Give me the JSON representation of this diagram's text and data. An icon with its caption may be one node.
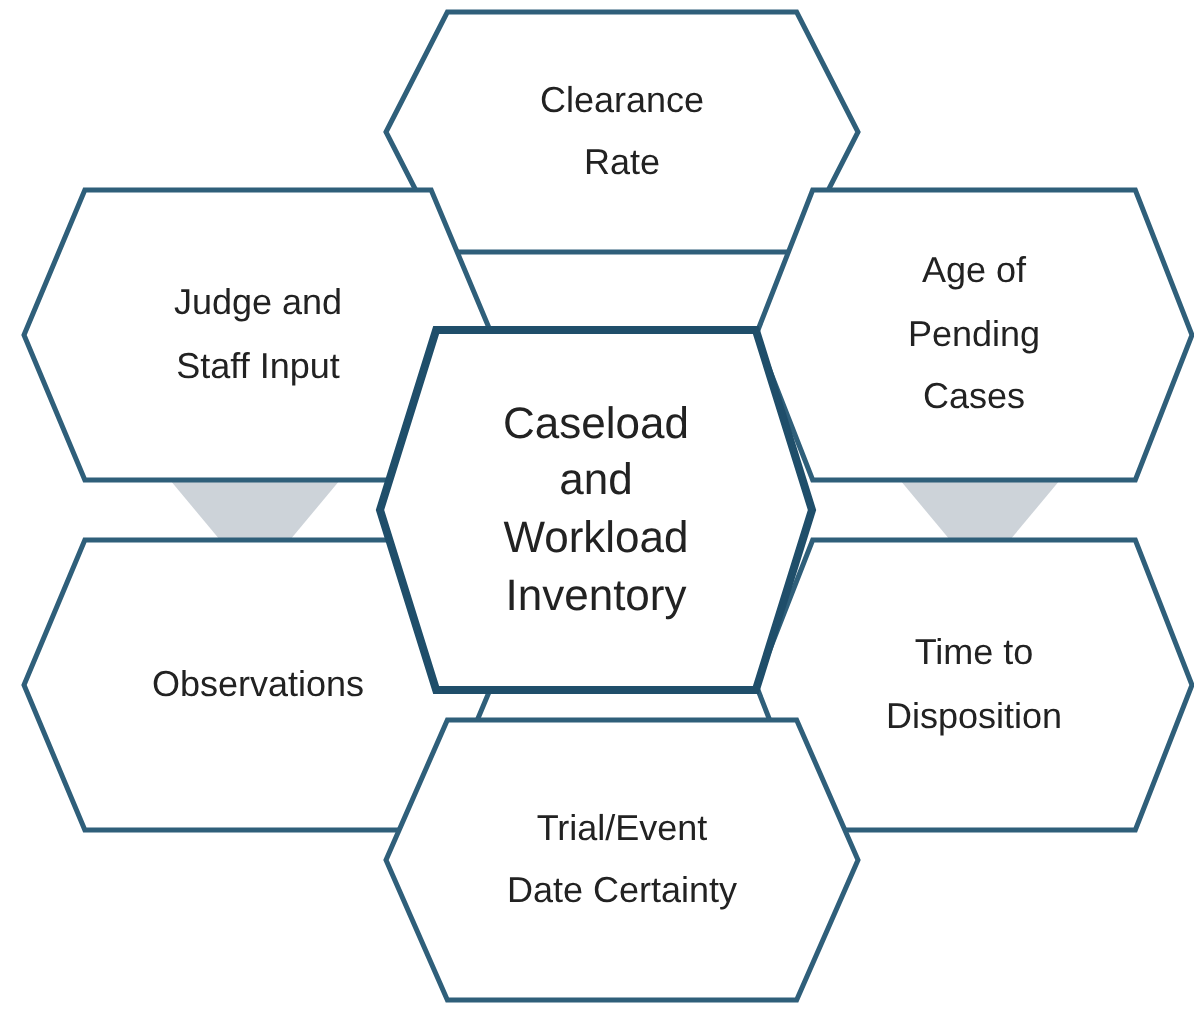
{
  "diagram": {
    "nodes": [
      {
        "text": [
          "Clearance Rate"
        ]
      },
      {
        "text": [
          "Judge and Staff Input"
        ]
      },
      {
        "text": [
          "Age of Pending Cases"
        ]
      },
      {
        "text": [
          "Caseload and Workload Inventory"
        ]
      },
      {
        "text": [],
        "shape": "trapezoid"
      },
      {
        "text": [],
        "shape": "trapezoid"
      },
      {
        "text": [
          "Observations"
        ]
      },
      {
        "text": [
          "Time to Disposition"
        ]
      },
      {
        "text": [
          "Trial/Event Date Certainty"
        ]
      }
    ]
  }
}
